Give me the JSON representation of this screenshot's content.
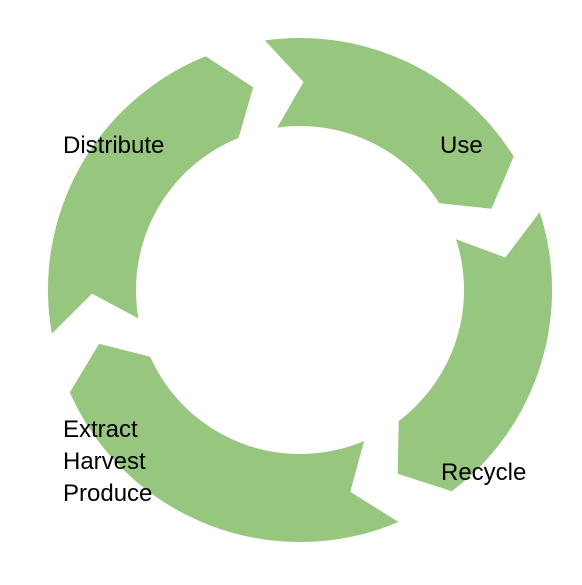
{
  "diagram": {
    "segment_color": "#97c67e",
    "labels": {
      "use": "Use",
      "recycle": "Recycle",
      "extract_lines": [
        "Extract",
        "Harvest",
        "Produce"
      ],
      "distribute": "Distribute"
    }
  }
}
